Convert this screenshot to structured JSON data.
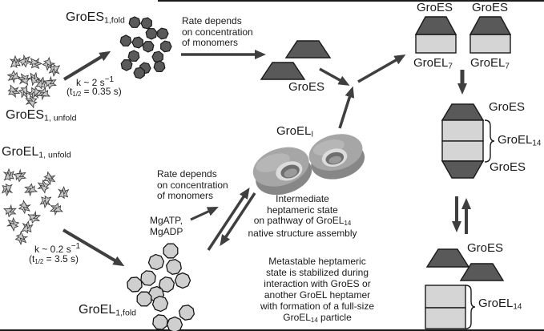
{
  "colors": {
    "background": "#ffffff",
    "dark_shape": "#595959",
    "light_shape": "#d5d5d5",
    "octagon_fill": "#cfcfcf",
    "outline": "#1a1a1a",
    "arrow": "#3f3f3f",
    "torus_body": "#a6a6a6",
    "text": "#1a1a1a"
  },
  "top_left": {
    "folded_label": {
      "base": "GroES",
      "sub": "1,fold"
    },
    "unfolded_label": {
      "base": "GroES",
      "sub": "1, unfold"
    },
    "rate_constant": {
      "pre": "k ~ 2 s",
      "sup": "−1"
    },
    "half_life": {
      "pre": "(t",
      "sub": "1/2",
      "post": " = 0.35 s)"
    }
  },
  "top_middle": {
    "rate_note": {
      "line1": "Rate depends",
      "line2": "on concentration",
      "line3": "of monomers"
    },
    "groes_label": "GroES"
  },
  "top_right": {
    "groes_label_1": "GroES",
    "groes_label_2": "GroES",
    "groel7_label_1": {
      "base": "GroEL",
      "sub": "7"
    },
    "groel7_label_2": {
      "base": "GroEL",
      "sub": "7"
    }
  },
  "football": {
    "groes_top": "GroES",
    "groel14": {
      "base": "GroEL",
      "sub": "14"
    },
    "groes_bottom": "GroES"
  },
  "bottom_right": {
    "groes_label": "GroES",
    "groel14": {
      "base": "GroEL",
      "sub": "14"
    }
  },
  "center": {
    "groel_i": {
      "base": "GroEL",
      "sub": "I"
    },
    "intermediate_note": {
      "line1": "Intermediate",
      "line2": "heptameric state",
      "line3_pre": "on pathway of GroEL",
      "line3_sub": "14",
      "line4": "native structure assembly"
    },
    "metastable_note": {
      "line1": "Metastable heptameric",
      "line2": "state is stabilized during",
      "line3": "interaction with GroES or",
      "line4": "another GroEL heptamer",
      "line5": "with formation of a full-size",
      "line6_pre": "GroEL",
      "line6_sub": "14",
      "line6_post": " particle"
    }
  },
  "bottom_left": {
    "unfolded_label": {
      "base": "GroEL",
      "sub": "1, unfold"
    },
    "folded_label": {
      "base": "GroEL",
      "sub": "1,fold"
    },
    "rate_constant": {
      "pre": "k ~ 0.2 s",
      "sup": "−1"
    },
    "half_life": {
      "pre": "(t",
      "sub": "1/2",
      "post": " = 3.5 s)"
    },
    "rate_note": {
      "line1": "Rate depends",
      "line2": "on concentration",
      "line3": "of monomers"
    },
    "nucleotides": {
      "line1": "MgATP,",
      "line2": "MgADP"
    }
  }
}
